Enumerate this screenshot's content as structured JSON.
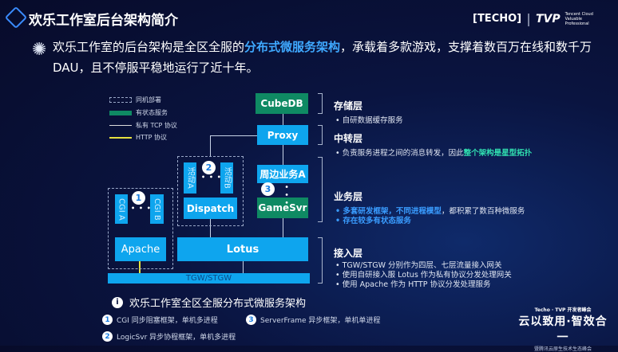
{
  "header": {
    "title": "欢乐工作室后台架构简介",
    "logo_techo": "[TECHO]",
    "logo_tvp": "TVP",
    "logo_tvp_sub": "Tencent Cloud Valuable Professional"
  },
  "intro": {
    "p1": "欢乐工作室的后台架构是全区全服的",
    "p_hl": "分布式微服务架构",
    "p2": "，承载着多款游戏，支撑着数百万在线和数千万 DAU，且不停服平稳地运行了近十年。"
  },
  "legend": [
    "同机部署",
    "有状态服务",
    "私有 TCP 协议",
    "HTTP 协议"
  ],
  "diagram": {
    "cubedb": "CubeDB",
    "proxy": "Proxy",
    "peripheral": "周边业务A",
    "gamesvr": "GameSvr",
    "lotus": "Lotus",
    "apache": "Apache",
    "tgw": "TGW/STGW",
    "dispatch": "Dispatch",
    "act_a": "活动A",
    "act_b": "活动B",
    "cgi_a": "CGI A",
    "cgi_b": "CGI B",
    "b1": "1",
    "b2": "2",
    "b3": "3",
    "dots": "• • •"
  },
  "layers": {
    "storage": {
      "name": "存储层",
      "b1": "自研数据缓存服务"
    },
    "relay": {
      "name": "中转层",
      "b1a": "负责服务进程之间的消息转发，因此",
      "b1b": "整个架构是星型拓扑"
    },
    "business": {
      "name": "业务层",
      "b1a": "多套研发框架，不同进程模型",
      "b1b": "，都积累了数百种微服务",
      "b2": "存在较多有状态服务"
    },
    "access": {
      "name": "接入层",
      "b1": "TGW/STGW 分别作为四层、七层流量接入网关",
      "b2": "使用自研接入服 Lotus 作为私有协议分发处理网关",
      "b3": "使用 Apache 作为 HTTP 协议分发处理服务"
    }
  },
  "caption": "欢乐工作室全区全服分布式微服务架构",
  "notes": [
    {
      "n": "1",
      "t": "CGI 同步阻塞框架，单机多进程"
    },
    {
      "n": "2",
      "t": "LogicSvr 异步协程框架，单机多进程"
    },
    {
      "n": "3",
      "t": "ServerFrame 异步框架，单机单进程"
    }
  ],
  "event": {
    "top": "Techo · TVP 开发者峰会",
    "main": "云以致用·智效合一",
    "sub": "暨腾讯云原生技术生态峰会"
  }
}
